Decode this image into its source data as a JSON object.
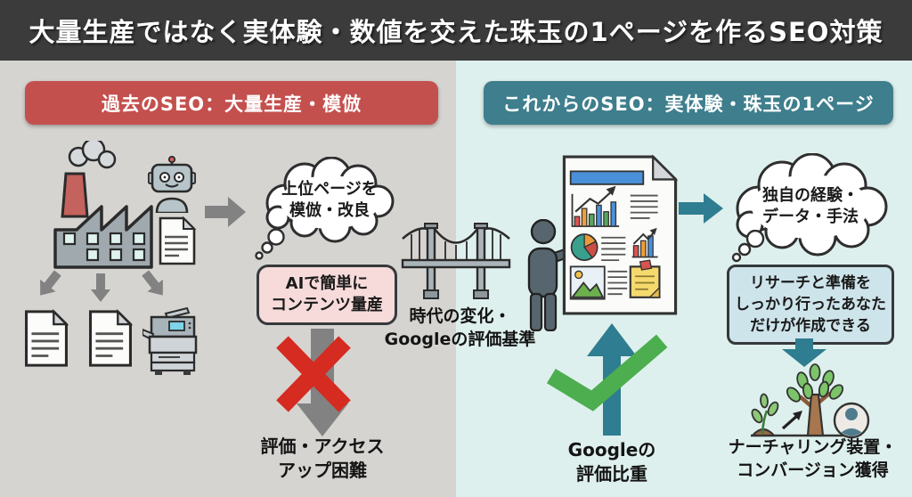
{
  "banner": {
    "title": "大量生産ではなく実体験・数値を交えた珠玉の1ページを作るSEO対策"
  },
  "left": {
    "header": "過去のSEO：大量生産・模倣",
    "bubble": "上位ページを\n模倣・改良",
    "ai_box": "AIで簡単に\nコンテンツ量産",
    "result": "評価・アクセス\nアップ困難"
  },
  "center": {
    "caption": "時代の変化・\nGoogleの評価基準"
  },
  "right": {
    "header": "これからのSEO：実体験・珠玉の1ページ",
    "bubble": "独自の経験・\nデータ・手法",
    "research_box": "リサーチと準備を\nしっかり行ったあなた\nだけが作成できる",
    "google": "Googleの\n評価比重",
    "nurturing": "ナーチャリング装置・\nコンバージョン獲得"
  },
  "colors": {
    "banner_bg": "#3b3b3b",
    "left_bg": "#d6d4d1",
    "right_bg": "#def0ed",
    "left_header_bg": "#c4504e",
    "right_header_bg": "#3e7e8d",
    "ai_box_bg": "#f6dbda",
    "research_box_bg": "#cde4ea",
    "teal": "#2f7d90",
    "gray_arrow": "#828282",
    "red_x": "#d52b20",
    "green_check": "#4cae4f"
  }
}
